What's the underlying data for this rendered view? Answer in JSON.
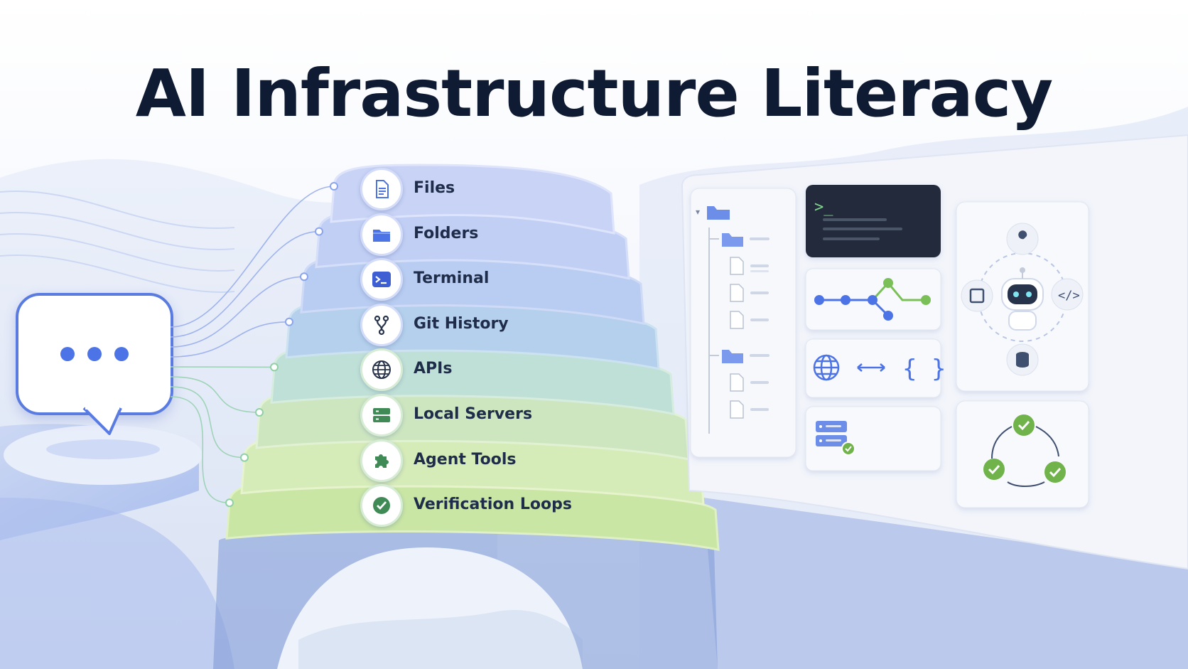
{
  "title": "AI Infrastructure Literacy",
  "layers": [
    {
      "label": "Files",
      "icon": "file-icon"
    },
    {
      "label": "Folders",
      "icon": "folder-icon"
    },
    {
      "label": "Terminal",
      "icon": "terminal-icon"
    },
    {
      "label": "Git History",
      "icon": "git-branch-icon"
    },
    {
      "label": "APIs",
      "icon": "globe-icon"
    },
    {
      "label": "Local Servers",
      "icon": "server-icon"
    },
    {
      "label": "Agent Tools",
      "icon": "puzzle-icon"
    },
    {
      "label": "Verification Loops",
      "icon": "check-circle-icon"
    }
  ],
  "terminal_prompt": ">_",
  "braces": "{ }",
  "colors": {
    "title": "#0f1b33",
    "accent_blue": "#4d74e6",
    "accent_green": "#6fb34a"
  }
}
